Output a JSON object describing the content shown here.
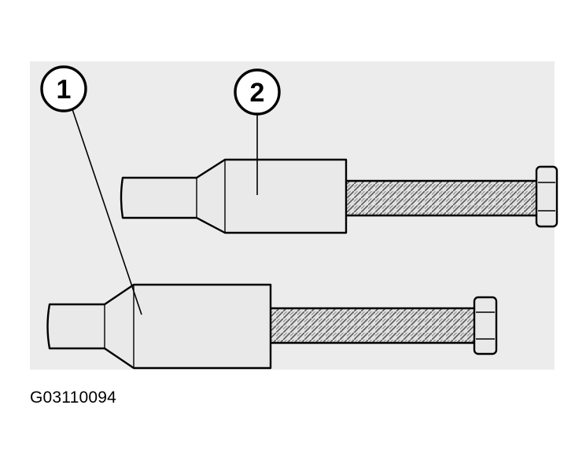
{
  "figure": {
    "code": "G03110094",
    "background_color": "#ececec",
    "part_color": "#e9e9e9",
    "outline_color": "#000000"
  },
  "callouts": [
    {
      "label": "1"
    },
    {
      "label": "2"
    }
  ]
}
